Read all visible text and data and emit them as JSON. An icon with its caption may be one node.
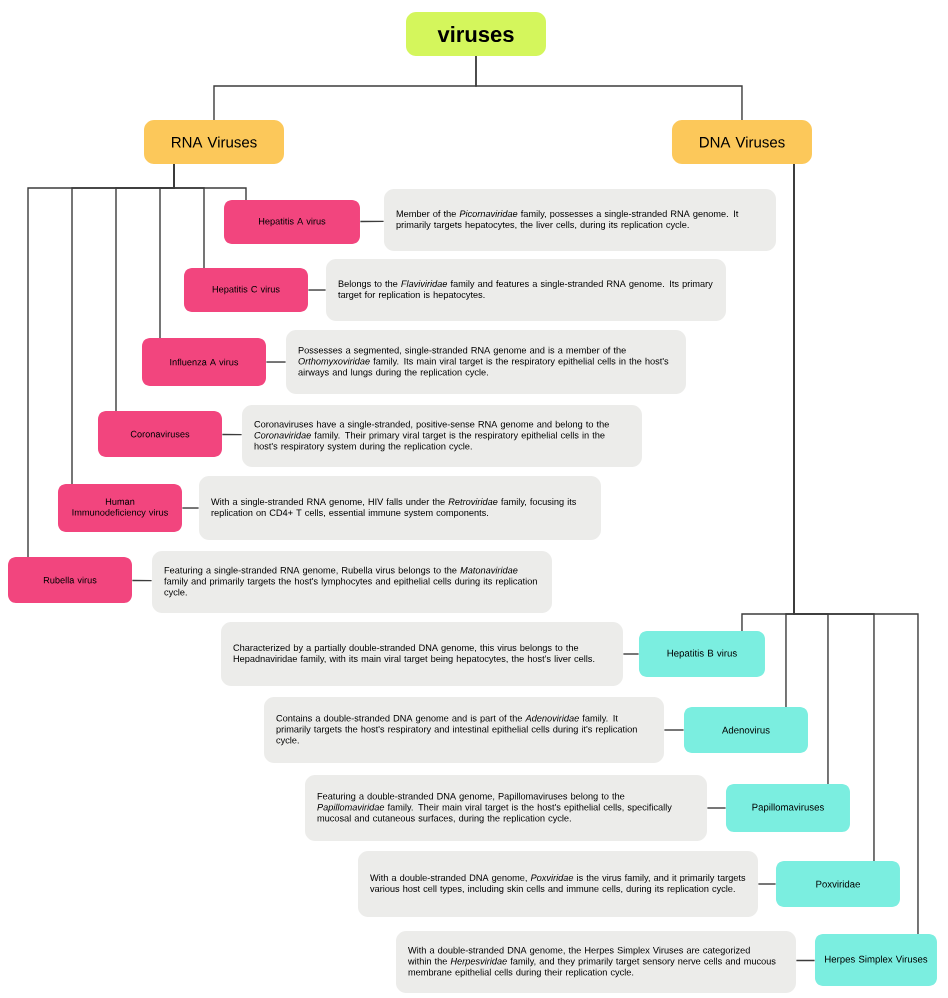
{
  "diagram": {
    "nodes": [
      {
        "text": [
          "viruses"
        ]
      },
      {
        "text": [
          "RNA Viruses"
        ]
      },
      {
        "text": [
          "DNA Viruses"
        ]
      },
      {
        "text": [
          "Hepatitis A virus"
        ]
      },
      {
        "text": [
          "Member of the *Picornaviridae* family, possesses a single-stranded RNA genome. It primarily targets hepatocytes, the liver cells, during its replication cycle."
        ]
      },
      {
        "text": [
          "Hepatitis C virus"
        ]
      },
      {
        "text": [
          "Belongs to the *Flaviviridae* family and features a single-stranded RNA genome. Its primary target for replication is hepatocytes."
        ]
      },
      {
        "text": [
          "Influenza A virus"
        ]
      },
      {
        "text": [
          "Possesses a segmented, single-stranded RNA genome and is a member of the *Orthomyxoviridae* family. Its main viral target is the respiratory epithelial cells in the host's airways and lungs during the replication cycle."
        ]
      },
      {
        "text": [
          "Coronaviruses"
        ]
      },
      {
        "text": [
          "Coronaviruses have a single-stranded, positive-sense RNA genome and belong to the *Coronaviridae* family. Their primary viral target is the respiratory epithelial cells in the host's respiratory system during the replication cycle."
        ]
      },
      {
        "text": [
          "Human Immunodeficiency virus"
        ]
      },
      {
        "text": [
          "With a single-stranded RNA genome, HIV falls under the *Retroviridae* family, focusing its replication on CD4+ T cells, essential immune system components."
        ]
      },
      {
        "text": [
          "Rubella virus"
        ]
      },
      {
        "text": [
          "Featuring a single-stranded RNA genome, Rubella virus belongs to the *Matonaviridae* family and primarily targets the host's lymphocytes and epithelial cells during its replication cycle."
        ]
      },
      {
        "text": [
          "Characterized by a partially double-stranded DNA genome, this virus belongs to the Hepadnaviridae family, with its main viral target being hepatocytes, the host's liver cells."
        ]
      },
      {
        "text": [
          "Hepatitis B virus"
        ]
      },
      {
        "text": [
          "Contains a double-stranded DNA genome and is part of the *Adenoviridae* family. It primarily targets the host's respiratory and intestinal epithelial cells during it's replication cycle."
        ]
      },
      {
        "text": [
          "Adenovirus"
        ]
      },
      {
        "text": [
          "Featuring a double-stranded DNA genome, Papillomaviruses belong to the *Papillomaviridae* family. Their main viral target is the host's epithelial cells, specifically mucosal and cutaneous surfaces, during the replication cycle."
        ]
      },
      {
        "text": [
          "Papillomaviruses"
        ]
      },
      {
        "text": [
          "With a double-stranded DNA genome, *Poxviridae* is the virus family, and it primarily targets various host cell types, including skin cells and immune cells, during its replication cycle."
        ]
      },
      {
        "text": [
          "Poxviridae"
        ]
      },
      {
        "text": [
          "With a double-stranded DNA genome, the Herpes Simplex Viruses are categorized within the *Herpesviridae* family, and they primarily target sensory nerve cells and mucous membrane epithelial cells during their replication cycle."
        ]
      },
      {
        "text": [
          "Herpes Simplex Viruses"
        ]
      }
    ],
    "edges": [
      {
        "from": 0,
        "to": 1,
        "arrow": "none"
      },
      {
        "from": 0,
        "to": 2,
        "arrow": "none"
      },
      {
        "from": 1,
        "to": 3,
        "arrow": "none"
      },
      {
        "from": 1,
        "to": 5,
        "arrow": "none"
      },
      {
        "from": 1,
        "to": 7,
        "arrow": "none"
      },
      {
        "from": 1,
        "to": 9,
        "arrow": "none"
      },
      {
        "from": 1,
        "to": 11,
        "arrow": "none"
      },
      {
        "from": 1,
        "to": 13,
        "arrow": "none"
      },
      {
        "from": 3,
        "to": 4,
        "arrow": "none"
      },
      {
        "from": 5,
        "to": 6,
        "arrow": "none"
      },
      {
        "from": 7,
        "to": 8,
        "arrow": "none"
      },
      {
        "from": 9,
        "to": 10,
        "arrow": "none"
      },
      {
        "from": 11,
        "to": 12,
        "arrow": "none"
      },
      {
        "from": 13,
        "to": 14,
        "arrow": "none"
      },
      {
        "from": 2,
        "to": 16,
        "arrow": "none"
      },
      {
        "from": 2,
        "to": 18,
        "arrow": "none"
      },
      {
        "from": 2,
        "to": 20,
        "arrow": "none"
      },
      {
        "from": 2,
        "to": 22,
        "arrow": "none"
      },
      {
        "from": 2,
        "to": 24,
        "arrow": "none"
      },
      {
        "from": 16,
        "to": 15,
        "arrow": "none"
      },
      {
        "from": 18,
        "to": 17,
        "arrow": "none"
      },
      {
        "from": 20,
        "to": 19,
        "arrow": "none"
      },
      {
        "from": 22,
        "to": 21,
        "arrow": "none"
      },
      {
        "from": 24,
        "to": 23,
        "arrow": "none"
      }
    ]
  }
}
